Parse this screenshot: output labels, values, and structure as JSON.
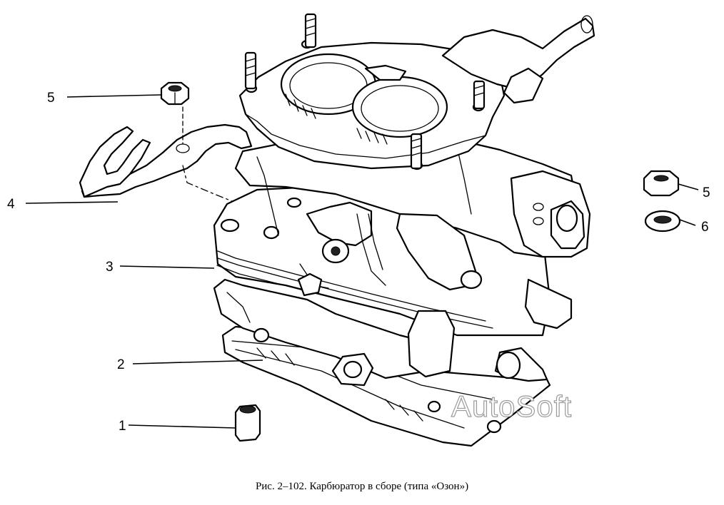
{
  "callouts": {
    "nut_left": "5",
    "gasket_plate": "4",
    "body_cover": "3",
    "throttle_body": "2",
    "spacer_sleeve": "1",
    "nut_right": "5",
    "washer_right": "6"
  },
  "watermark": "AutoSoft",
  "caption": "Рис. 2–102. Карбюратор в сборе (типа «Озон»)"
}
